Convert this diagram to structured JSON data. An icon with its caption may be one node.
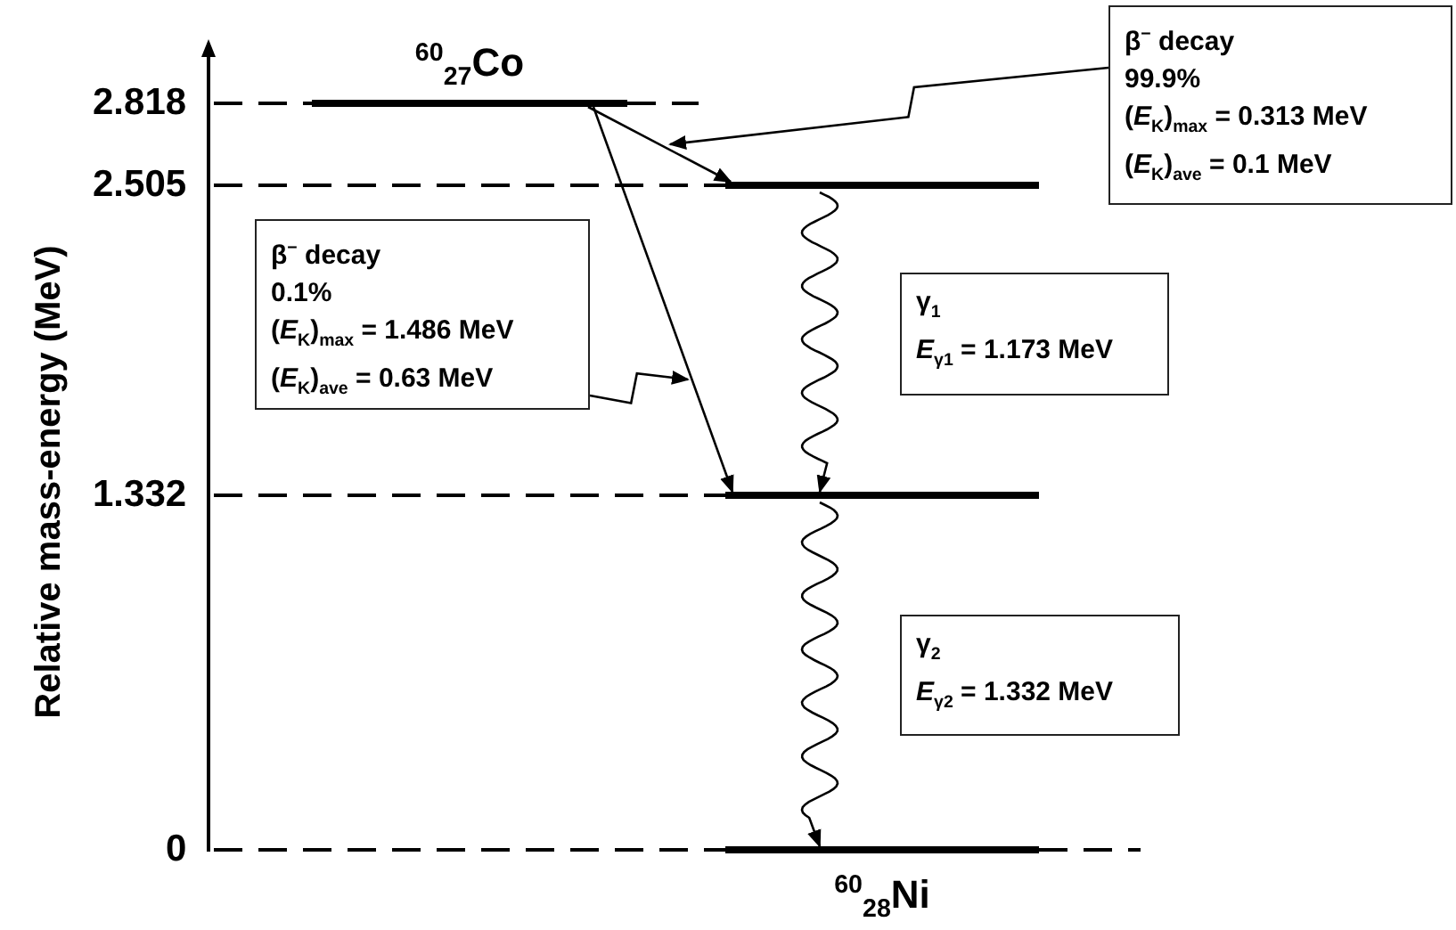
{
  "diagram": {
    "nodes": [
      {
        "text": [
          "$^{60}$$_{27}$Co"
        ]
      },
      {
        "text": [],
        "shape": "bar"
      },
      {
        "text": [],
        "shape": "bar"
      },
      {
        "text": [
          "$^{60}$$_{28}$Ni"
        ]
      },
      {
        "text": [
          "β$^{−}$ decay",
          "99.9%",
          "(*E*$_{K}$)$_{max}$ = 0.313 MeV",
          "(*E*$_{K}$)$_{ave}$ = 0.1 MeV"
        ]
      },
      {
        "text": [
          "β$^{−}$ decay",
          "0.1%",
          "(*E*$_{K}$)$_{max}$ = 1.486 MeV",
          "(*E*$_{K}$)$_{ave}$ = 0.63 MeV"
        ]
      },
      {
        "text": [
          "γ$_{1}$",
          "*E*$_{γ1}$ = 1.173 MeV"
        ]
      },
      {
        "text": [
          "γ$_{2}$",
          "*E*$_{γ2}$ = 1.332 MeV"
        ]
      }
    ],
    "edges": [
      {
        "from": 0,
        "to": 1,
        "arrow": "to"
      },
      {
        "from": 0,
        "to": 2,
        "arrow": "to"
      },
      {
        "from": 1,
        "to": 2,
        "arrow": "to"
      },
      {
        "from": 2,
        "to": 3,
        "arrow": "to"
      },
      {
        "from": 4,
        "to": null,
        "arrow": "to"
      },
      {
        "from": 5,
        "to": null,
        "arrow": "to"
      }
    ],
    "labels": [
      "Relative mass-energy (MeV)",
      "2.818",
      "2.505",
      "1.332",
      "0"
    ]
  }
}
